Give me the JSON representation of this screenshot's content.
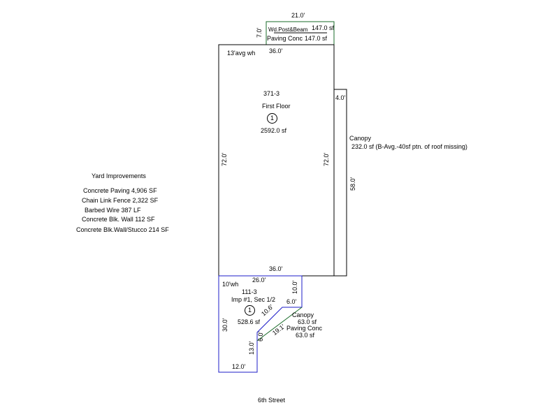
{
  "post_beam": {
    "dim_width": "21.0'",
    "dim_depth": "7.0'",
    "label": "Wd.Post&Beam",
    "area": "147.0 sf",
    "paving": "Paving Conc",
    "paving_area": "147.0 sf"
  },
  "first_floor": {
    "top_dim": "36.0'",
    "height_note": "13'avg wh",
    "code": "371-3",
    "name": "First Floor",
    "number": "1",
    "area": "2592.0 sf",
    "left_dim": "72.0'",
    "right_dim": "72.0'",
    "bottom_dim": "36.0'"
  },
  "canopy_side": {
    "width_dim": "4.0'",
    "length_dim": "58.0'",
    "label": "Canopy",
    "area_note": "232.0 sf  (B-Avg.-40sf ptn. of roof missing)"
  },
  "imp1": {
    "height_note": "10'wh",
    "top_dim": "26.0'",
    "right_dim": "10.0'",
    "step_dim": "6.0'",
    "diag_dim": "10.6'",
    "code": "111-3",
    "name": "Imp #1, Sec 1/2",
    "number": "1",
    "area": "528.6 sf",
    "left_dim": "30.0'",
    "lower_dim": "13.0'",
    "bottom_dim": "12.0'",
    "inner_dim": "6.0'",
    "slope_dim": "19.1'"
  },
  "canopy_small": {
    "label": "Canopy",
    "area": "63.0 sf",
    "paving": "Paving Conc",
    "paving_area": "63.0 sf"
  },
  "yard": {
    "title": "Yard Improvements",
    "items": [
      "Concrete Paving 4,906 SF",
      "Chain Link Fence 2,322 SF",
      "Barbed Wire 387 LF",
      "Concrete Blk. Wall 112 SF",
      "Concrete Blk.Wall/Stucco  214 SF"
    ]
  },
  "street": "6th Street",
  "colors": {
    "main_outline": "#000000",
    "imp_outline": "#1c1cc8",
    "post_beam_outline": "#1a6b2a",
    "canopy_outline": "#1a6b2a"
  }
}
